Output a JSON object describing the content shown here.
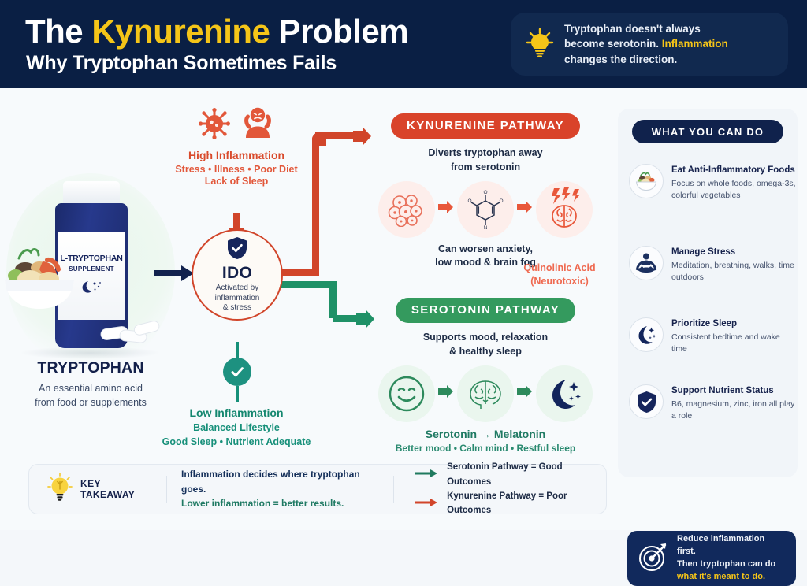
{
  "header": {
    "title_pre": "The ",
    "title_accent": "Kynurenine",
    "title_post": " Problem",
    "subtitle": "Why Tryptophan Sometimes Fails",
    "callout_icon": "lightbulb-icon",
    "callout_line1": "Tryptophan doesn't always",
    "callout_line2_pre": "become serotonin. ",
    "callout_line2_accent": "Inflammation",
    "callout_line3": "changes the direction."
  },
  "product": {
    "bottle_label_line1": "L-TRYPTOPHAN",
    "bottle_label_line2": "SUPPLEMENT",
    "bottle_label_icon": "moon-stars-icon",
    "title": "TRYPTOPHAN",
    "desc_line1": "An essential amino acid",
    "desc_line2": "from food or supplements",
    "arrow_icon": "arrow-right-icon"
  },
  "high_inflammation": {
    "icon_1": "virus-icon",
    "icon_2": "stressed-person-icon",
    "title": "High Inflammation",
    "line1": "Stress • Illness • Poor Diet",
    "line2": "Lack of Sleep",
    "arrow_icon": "arrow-down-icon"
  },
  "ido": {
    "icon": "shield-check-icon",
    "name": "IDO",
    "sub_line1": "Activated by",
    "sub_line2": "inflammation",
    "sub_line3": "& stress"
  },
  "low_inflammation": {
    "icon": "check-circle-icon",
    "title": "Low Inflammation",
    "line1": "Balanced Lifestyle",
    "line2": "Good Sleep • Nutrient Adequate"
  },
  "kynurenine_pathway": {
    "badge": "KYNURENINE PATHWAY",
    "desc_line1": "Diverts tryptophan away",
    "desc_line2": "from serotonin",
    "node_1_icon": "cells-cluster-icon",
    "node_2_icon": "molecule-structure-icon",
    "node_3_icon": "brain-lightning-icon",
    "arrow_icon": "arrow-right-icon",
    "note_line1": "Can worsen anxiety,",
    "note_line2": "low mood & brain fog",
    "quinolinic_line1": "Quinolinic Acid",
    "quinolinic_line2": "(Neurotoxic)"
  },
  "serotonin_pathway": {
    "badge": "SEROTONIN PATHWAY",
    "desc_line1": "Supports mood, relaxation",
    "desc_line2": "& healthy sleep",
    "node_1_icon": "smiley-face-icon",
    "node_2_icon": "brain-icon",
    "node_3_icon": "crescent-moon-icon",
    "arrow_icon": "arrow-right-icon",
    "result": "Serotonin → Melatonin",
    "result_sub": "Better mood • Calm mind • Restful sleep"
  },
  "what_you_can_do": {
    "title": "WHAT YOU CAN DO",
    "tips": [
      {
        "icon": "healthy-food-bowl-icon",
        "title": "Eat Anti-Inflammatory Foods",
        "desc": "Focus on whole foods, omega-3s, colorful vegetables"
      },
      {
        "icon": "meditation-icon",
        "title": "Manage Stress",
        "desc": "Meditation, breathing, walks, time outdoors"
      },
      {
        "icon": "crescent-moon-icon",
        "title": "Prioritize Sleep",
        "desc": "Consistent bedtime and wake time"
      },
      {
        "icon": "shield-check-icon",
        "title": "Support Nutrient Status",
        "desc": "B6, magnesium, zinc, iron all play a role"
      }
    ]
  },
  "cta": {
    "icon": "target-arrow-icon",
    "line1": "Reduce inflammation first.",
    "line2": "Then tryptophan can do",
    "line3_highlight": "what it's meant to do."
  },
  "bottom_bar": {
    "takeaway_icon": "lightbulb-icon",
    "takeaway_label": "KEY TAKEAWAY",
    "takeaway_line1": "Inflammation decides where tryptophan goes.",
    "takeaway_line2": "Lower inflammation = better results.",
    "legend": [
      {
        "arrow_icon": "arrow-right-icon",
        "color": "#1f7a5e",
        "text": "Serotonin Pathway = Good Outcomes"
      },
      {
        "arrow_icon": "arrow-right-icon",
        "color": "#d1452a",
        "text": "Kynurenine Pathway = Poor Outcomes"
      }
    ]
  },
  "colors": {
    "navy": "#0a1f44",
    "yellow": "#f5c518",
    "red": "#d9432a",
    "green": "#349a5e",
    "teal": "#1d9180",
    "background": "#f7fafc"
  }
}
